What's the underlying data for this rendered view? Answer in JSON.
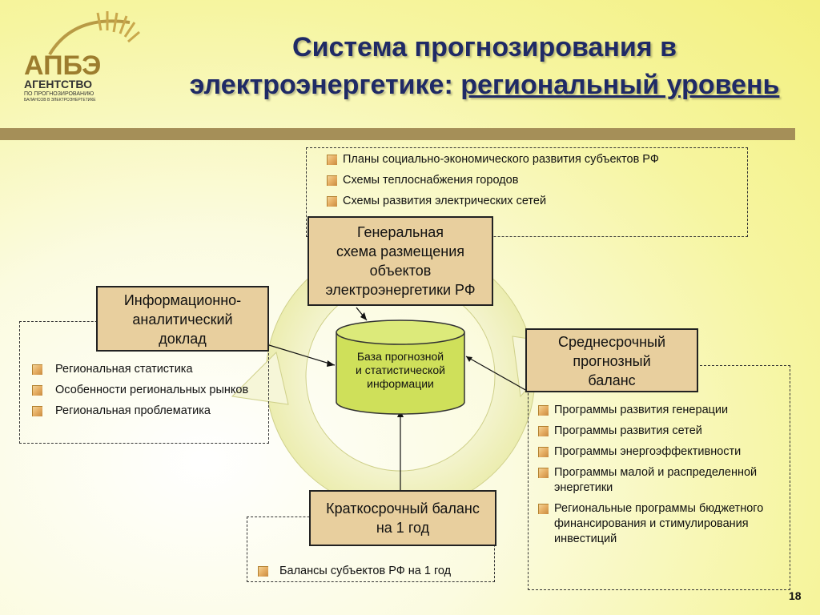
{
  "logo": {
    "abbr": "АПБЭ",
    "name": "АГЕНТСТВО",
    "sub1": "ПО ПРОГНОЗИРОВАНИЮ",
    "sub2": "БАЛАНСОВ В ЭЛЕКТРОЭНЕРГЕТИКЕ"
  },
  "title": {
    "line1": "Система прогнозирования в",
    "line2_prefix": "электроэнергетике: ",
    "line2_underlined": "региональный уровень"
  },
  "center": {
    "db_line1": "База прогнозной",
    "db_line2": "и статистической",
    "db_line3": "информации"
  },
  "boxes": {
    "general": {
      "l1": "Генеральная",
      "l2": "схема размещения",
      "l3": "объектов",
      "l4": "электроэнергетики РФ"
    },
    "info": {
      "l1": "Информационно-",
      "l2": "аналитический",
      "l3": "доклад"
    },
    "medium": {
      "l1": "Среднесрочный",
      "l2": "прогнозный",
      "l3": "баланс"
    },
    "short": {
      "l1": "Краткосрочный баланс",
      "l2": "на 1 год"
    }
  },
  "lists": {
    "top": [
      "Планы социально-экономического развития субъектов РФ",
      "Схемы теплоснабжения городов",
      "Схемы развития электрических сетей"
    ],
    "left": [
      "Региональная статистика",
      "Особенности региональных рынков",
      "Региональная проблематика"
    ],
    "right": [
      "Программы развития генерации",
      "Программы развития сетей",
      "Программы энергоэффективности",
      "Программы малой и распределенной энергетики",
      "Региональные программы бюджетного финансирования и стимулирования инвестиций"
    ],
    "bottom": [
      "Балансы субъектов РФ на 1 год"
    ]
  },
  "page_number": "18",
  "colors": {
    "title": "#1f2a66",
    "box_fill": "#e8cf9e",
    "ring": "#f4f4c8",
    "db_fill": "#cfe05a",
    "bar": "#a58f58"
  }
}
